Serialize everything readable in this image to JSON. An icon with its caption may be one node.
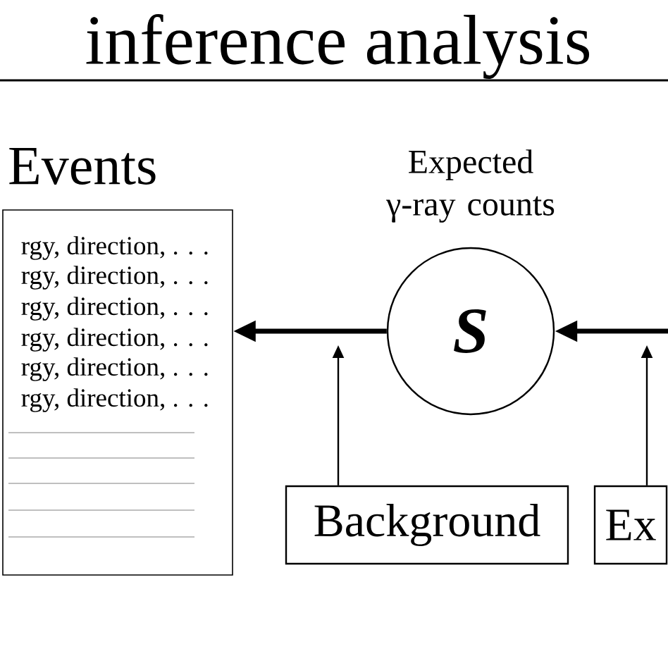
{
  "diagram": {
    "title": "inference analysis",
    "nodes": [
      {
        "text": [
          "Events",
          "rgy, direction, . . .",
          "rgy, direction, . . .",
          "rgy, direction, . . .",
          "rgy, direction, . . .",
          "rgy, direction, . . .",
          "rgy, direction, . . ."
        ]
      },
      {
        "text": [
          "S"
        ],
        "beside": [
          "Expected γ-ray counts"
        ]
      },
      {
        "text": [
          "Background"
        ]
      },
      {
        "text": [
          "Ex"
        ]
      }
    ],
    "edges": [
      {
        "from": 1,
        "to": 0,
        "arrow": "to",
        "style": "thick"
      },
      {
        "from": null,
        "to": 1,
        "arrow": "to",
        "style": "thick"
      },
      {
        "from": 2,
        "to": null,
        "arrow": "to"
      },
      {
        "from": 3,
        "to": null,
        "arrow": "to"
      }
    ]
  }
}
